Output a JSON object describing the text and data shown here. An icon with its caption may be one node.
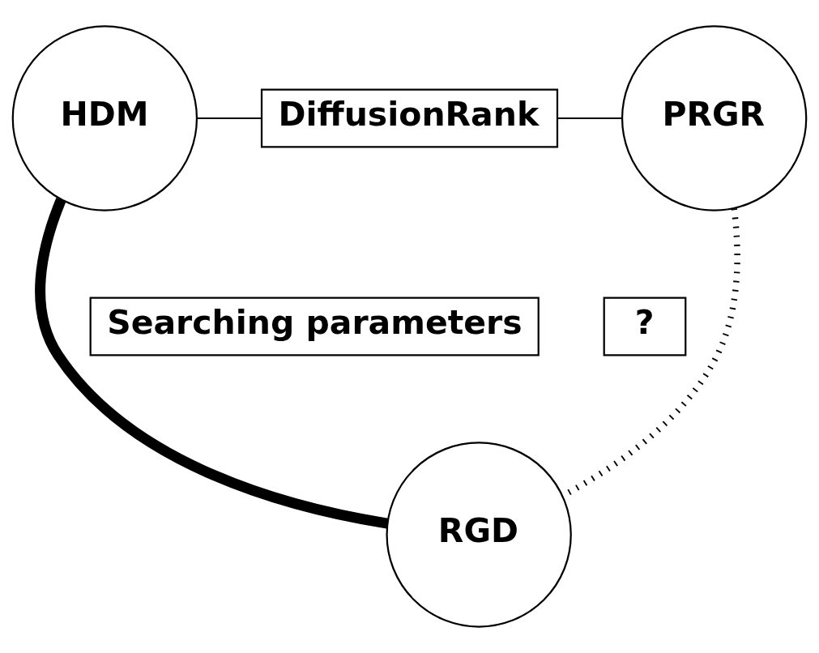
{
  "diagram": {
    "nodes": [
      {
        "text": [
          "HDM"
        ]
      },
      {
        "text": [
          "PRGR"
        ]
      },
      {
        "text": [
          "RGD"
        ]
      },
      {
        "text": [
          "DiffusionRank"
        ]
      },
      {
        "text": [
          "Searching parameters"
        ]
      },
      {
        "text": [
          "?"
        ]
      }
    ],
    "edges": [
      {
        "from": 0,
        "to": 3,
        "arrow": "none"
      },
      {
        "from": 3,
        "to": 1,
        "arrow": "none"
      },
      {
        "from": 0,
        "to": 2,
        "arrow": "none",
        "style": "thick"
      },
      {
        "from": 1,
        "to": 2,
        "arrow": "none",
        "style": "dashed"
      }
    ]
  }
}
